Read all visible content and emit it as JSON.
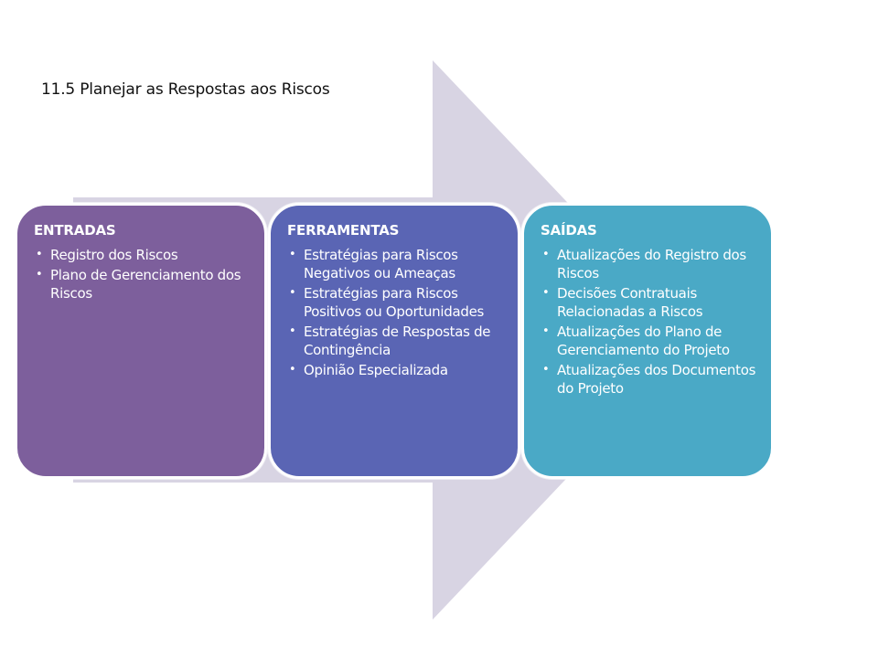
{
  "title": "11.5 Planejar as Respostas aos Riscos",
  "colors": {
    "arrow": "#d8d4e3",
    "inputs": "#7d5f9c",
    "tools": "#5a65b4",
    "outputs": "#4aa9c6"
  },
  "inputs": {
    "heading": "ENTRADAS",
    "items": [
      "Registro dos Riscos",
      "Plano de Gerenciamento dos Riscos"
    ]
  },
  "tools": {
    "heading": "FERRAMENTAS",
    "items": [
      "Estratégias para Riscos Negativos ou Ameaças",
      "Estratégias para Riscos Positivos ou Oportunidades",
      "Estratégias de Respostas de Contingência",
      "Opinião Especializada"
    ]
  },
  "outputs": {
    "heading": "SAÍDAS",
    "items": [
      "Atualizações do Registro dos Riscos",
      "Decisões Contratuais Relacionadas a Riscos",
      "Atualizações do Plano de Gerenciamento do Projeto",
      "Atualizações dos Documentos do Projeto"
    ]
  }
}
